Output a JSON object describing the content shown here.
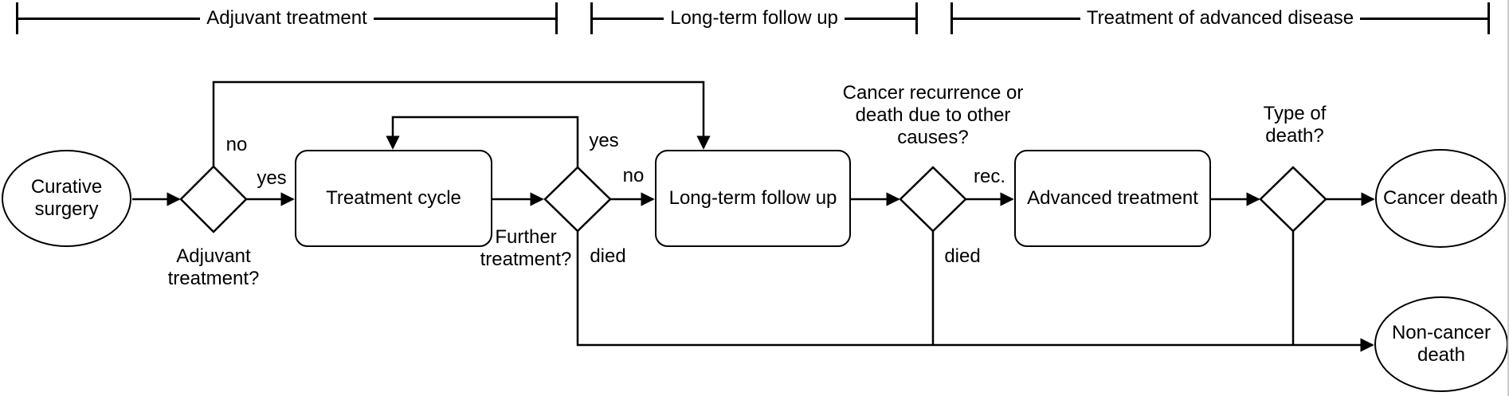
{
  "phases": {
    "adjuvant": "Adjuvant treatment",
    "follow_up": "Long-term follow up",
    "advanced": "Treatment of advanced disease"
  },
  "nodes": {
    "curative_surgery": [
      "Curative",
      "surgery"
    ],
    "treatment_cycle": "Treatment cycle",
    "long_term_follow_up": "Long-term follow up",
    "advanced_treatment": "Advanced treatment",
    "cancer_death": "Cancer death",
    "non_cancer_death": [
      "Non-cancer",
      "death"
    ]
  },
  "decisions": {
    "adjuvant_q": [
      "Adjuvant",
      "treatment?"
    ],
    "further_q": [
      "Further",
      "treatment?"
    ],
    "recurrence_q": [
      "Cancer recurrence or",
      "death due to other",
      "causes?"
    ],
    "type_of_death_q": [
      "Type of",
      "death?"
    ]
  },
  "edge_labels": {
    "adjuvant_no": "no",
    "adjuvant_yes": "yes",
    "further_yes": "yes",
    "further_no": "no",
    "further_died": "died",
    "recurrence_rec": "rec.",
    "recurrence_died": "died"
  },
  "colors": {
    "stroke": "#000000",
    "node_fill": "#ffffff",
    "page_edge": "#cccccc"
  }
}
